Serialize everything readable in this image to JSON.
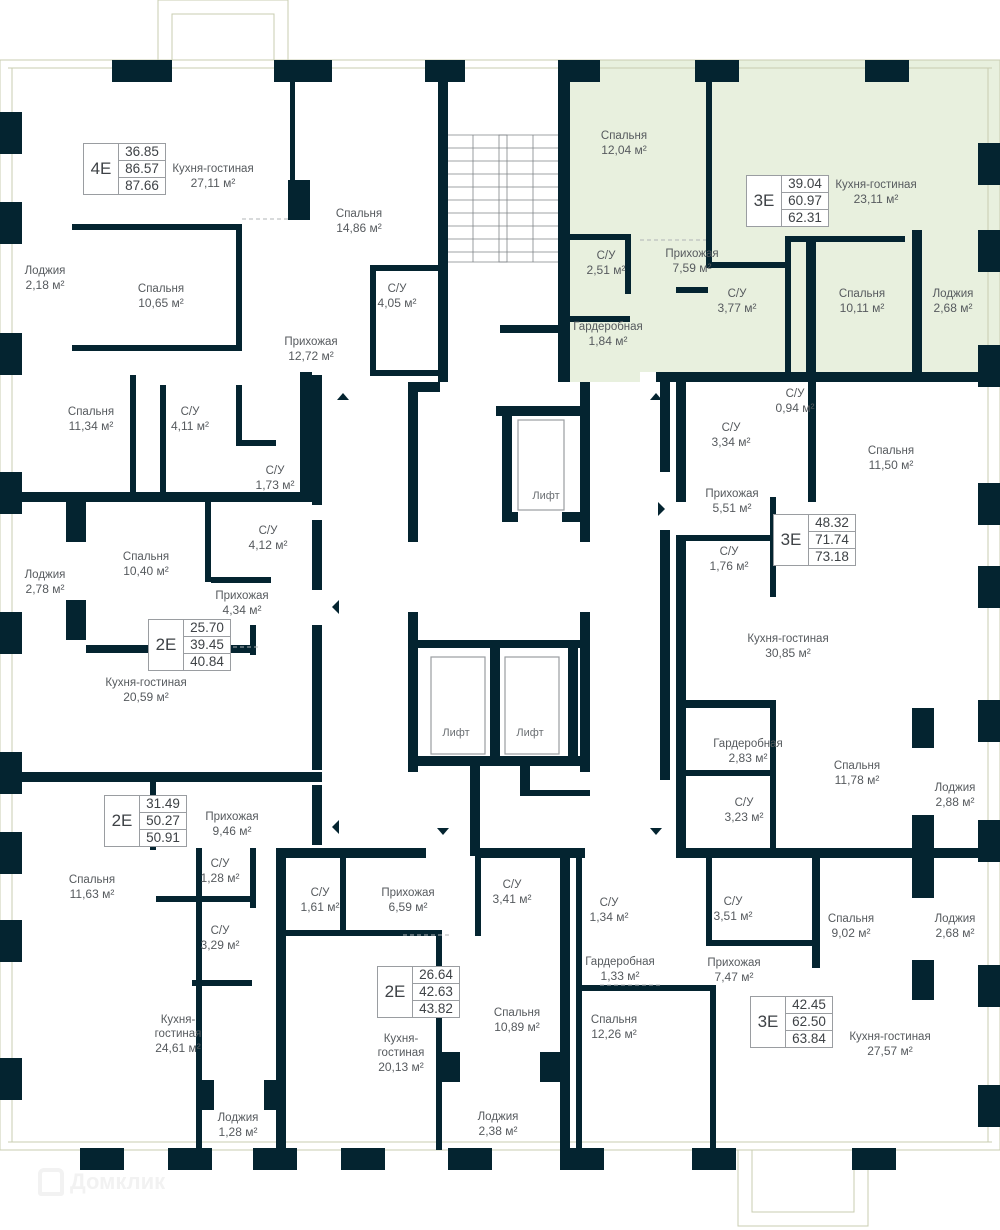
{
  "colors": {
    "wall": "#042430",
    "line": "#c9cdb0",
    "highlight": "#e8f0de",
    "text": "#565a5e",
    "badge_border": "#9a9da1"
  },
  "units": [
    {
      "type": "4E",
      "areas": [
        "36.85",
        "86.57",
        "87.66"
      ],
      "highlighted": false,
      "rooms": [
        {
          "name": "Кухня-гостиная",
          "area": "27,11 м²"
        },
        {
          "name": "Спальня",
          "area": "14,86 м²"
        },
        {
          "name": "Спальня",
          "area": "10,65 м²"
        },
        {
          "name": "Лоджия",
          "area": "2,18 м²"
        },
        {
          "name": "С/У",
          "area": "4,05 м²"
        },
        {
          "name": "Прихожая",
          "area": "12,72 м²"
        },
        {
          "name": "Спальня",
          "area": "11,34 м²"
        },
        {
          "name": "С/У",
          "area": "4,11 м²"
        },
        {
          "name": "С/У",
          "area": "1,73 м²"
        }
      ]
    },
    {
      "type": "3E",
      "areas": [
        "39.04",
        "60.97",
        "62.31"
      ],
      "highlighted": true,
      "rooms": [
        {
          "name": "Спальня",
          "area": "12,04 м²"
        },
        {
          "name": "Кухня-гостиная",
          "area": "23,11 м²"
        },
        {
          "name": "С/У",
          "area": "2,51 м²"
        },
        {
          "name": "Прихожая",
          "area": "7,59 м²"
        },
        {
          "name": "С/У",
          "area": "3,77 м²"
        },
        {
          "name": "Спальня",
          "area": "10,11 м²"
        },
        {
          "name": "Лоджия",
          "area": "2,68 м²"
        },
        {
          "name": "Гардеробная",
          "area": "1,84 м²"
        }
      ]
    },
    {
      "type": "2E",
      "areas": [
        "25.70",
        "39.45",
        "40.84"
      ],
      "highlighted": false,
      "rooms": [
        {
          "name": "Спальня",
          "area": "10,40 м²"
        },
        {
          "name": "Лоджия",
          "area": "2,78 м²"
        },
        {
          "name": "С/У",
          "area": "4,12 м²"
        },
        {
          "name": "Прихожая",
          "area": "4,34 м²"
        },
        {
          "name": "Кухня-гостиная",
          "area": "20,59 м²"
        }
      ]
    },
    {
      "type": "3E",
      "areas": [
        "48.32",
        "71.74",
        "73.18"
      ],
      "highlighted": false,
      "rooms": [
        {
          "name": "С/У",
          "area": "0,94 м²"
        },
        {
          "name": "С/У",
          "area": "3,34 м²"
        },
        {
          "name": "Спальня",
          "area": "11,50 м²"
        },
        {
          "name": "Прихожая",
          "area": "5,51 м²"
        },
        {
          "name": "С/У",
          "area": "1,76 м²"
        },
        {
          "name": "Кухня-гостиная",
          "area": "30,85 м²"
        },
        {
          "name": "Гардеробная",
          "area": "2,83 м²"
        },
        {
          "name": "Спальня",
          "area": "11,78 м²"
        },
        {
          "name": "Лоджия",
          "area": "2,88 м²"
        },
        {
          "name": "С/У",
          "area": "3,23 м²"
        }
      ]
    },
    {
      "type": "2E",
      "areas": [
        "31.49",
        "50.27",
        "50.91"
      ],
      "highlighted": false,
      "rooms": [
        {
          "name": "Прихожая",
          "area": "9,46 м²"
        },
        {
          "name": "Спальня",
          "area": "11,63 м²"
        },
        {
          "name": "С/У",
          "area": "1,28 м²"
        },
        {
          "name": "С/У",
          "area": "3,29 м²"
        },
        {
          "name": "Кухня-гостиная",
          "area": "24,61 м²"
        },
        {
          "name": "Лоджия",
          "area": "1,28 м²"
        }
      ]
    },
    {
      "type": "2E",
      "areas": [
        "26.64",
        "42.63",
        "43.82"
      ],
      "highlighted": false,
      "rooms": [
        {
          "name": "С/У",
          "area": "1,61 м²"
        },
        {
          "name": "Прихожая",
          "area": "6,59 м²"
        },
        {
          "name": "С/У",
          "area": "3,41 м²"
        },
        {
          "name": "Спальня",
          "area": "10,89 м²"
        },
        {
          "name": "Кухня-гостиная",
          "area": "20,13 м²"
        },
        {
          "name": "Лоджия",
          "area": "2,38 м²"
        }
      ]
    },
    {
      "type": "3E",
      "areas": [
        "42.45",
        "62.50",
        "63.84"
      ],
      "highlighted": false,
      "rooms": [
        {
          "name": "С/У",
          "area": "1,34 м²"
        },
        {
          "name": "С/У",
          "area": "3,51 м²"
        },
        {
          "name": "Спальня",
          "area": "9,02 м²"
        },
        {
          "name": "Лоджия",
          "area": "2,68 м²"
        },
        {
          "name": "Гардеробная",
          "area": "1,33 м²"
        },
        {
          "name": "Прихожая",
          "area": "7,47 м²"
        },
        {
          "name": "Спальня",
          "area": "12,26 м²"
        },
        {
          "name": "Кухня-гостиная",
          "area": "27,57 м²"
        }
      ]
    }
  ],
  "core": {
    "lifts": [
      "Лифт",
      "Лифт",
      "Лифт"
    ]
  },
  "watermark": "Домклик"
}
